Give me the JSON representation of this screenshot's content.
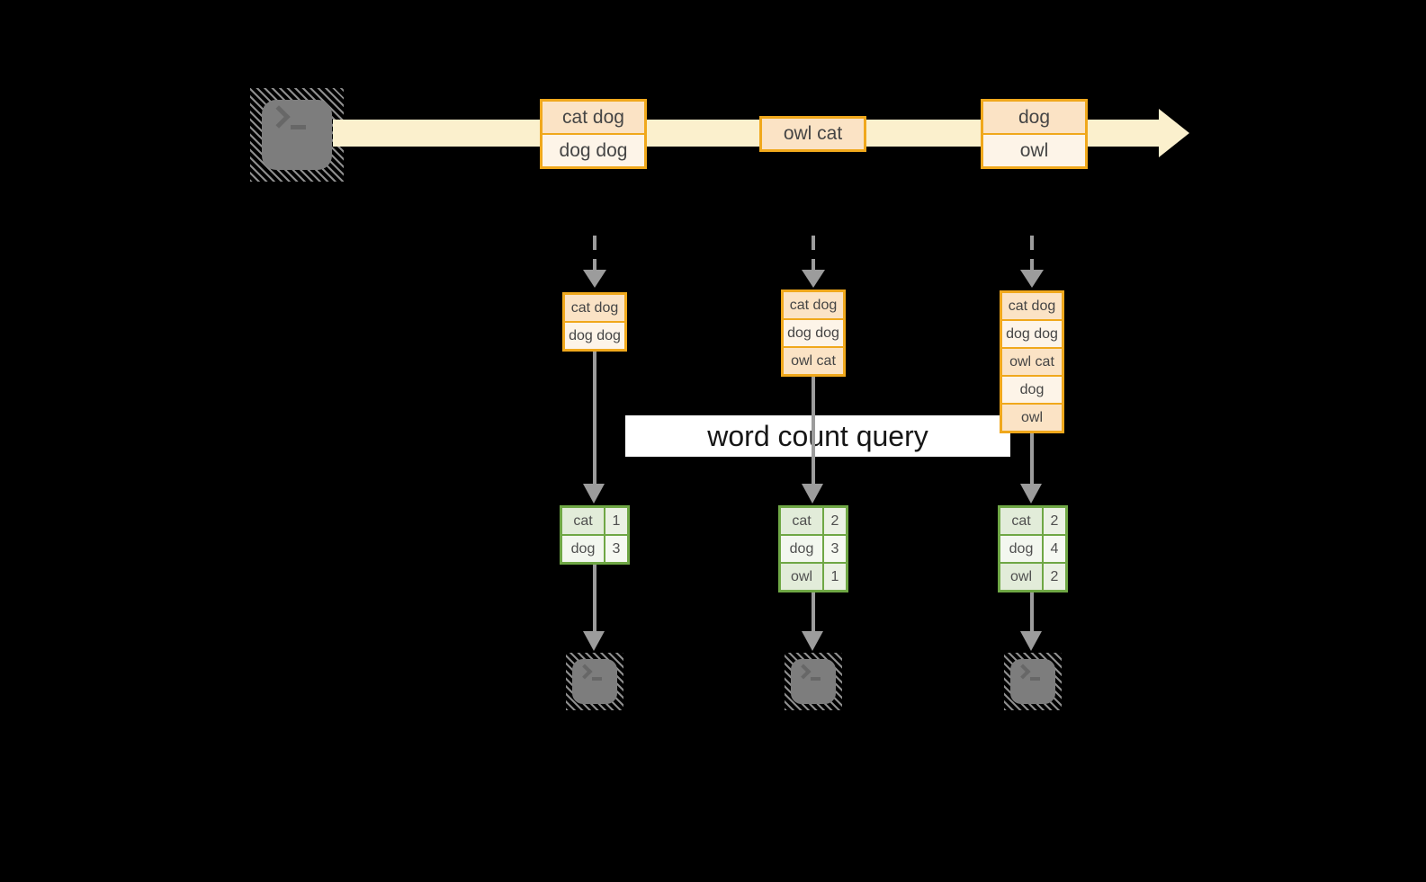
{
  "banner": {
    "label": "word count query"
  },
  "stream": {
    "events": [
      {
        "rows": [
          "cat dog",
          "dog dog"
        ]
      },
      {
        "rows": [
          "owl cat"
        ]
      },
      {
        "rows": [
          "dog",
          "owl"
        ]
      }
    ]
  },
  "workers": [
    {
      "buffer": [
        "cat dog",
        "dog dog"
      ],
      "counts": [
        {
          "word": "cat",
          "count": "1"
        },
        {
          "word": "dog",
          "count": "3"
        }
      ]
    },
    {
      "buffer": [
        "cat dog",
        "dog dog",
        "owl cat"
      ],
      "counts": [
        {
          "word": "cat",
          "count": "2"
        },
        {
          "word": "dog",
          "count": "3"
        },
        {
          "word": "owl",
          "count": "1"
        }
      ]
    },
    {
      "buffer": [
        "cat dog",
        "dog dog",
        "owl cat",
        "dog",
        "owl"
      ],
      "counts": [
        {
          "word": "cat",
          "count": "2"
        },
        {
          "word": "dog",
          "count": "4"
        },
        {
          "word": "owl",
          "count": "2"
        }
      ]
    }
  ],
  "icons": {
    "source": "terminal-icon",
    "sinks": [
      "terminal-icon",
      "terminal-icon",
      "terminal-icon"
    ],
    "stream_arrow": "right-arrow-icon",
    "sample_arrows": "dashed-down-arrow-icon",
    "prompt_glyph": ">_"
  },
  "colors": {
    "background": "#000000",
    "stream_band": "#fbf0cd",
    "event_border": "#f0a81c",
    "event_fill_a": "#fbe3c5",
    "event_fill_b": "#fdf4e8",
    "table_border": "#6fa745",
    "table_fill_a": "#e2ecd9",
    "table_fill_b": "#f3f7ef",
    "arrow_gray": "#9c9c9c",
    "terminal_gray": "#7d7d7d",
    "banner_bg": "#ffffff"
  }
}
